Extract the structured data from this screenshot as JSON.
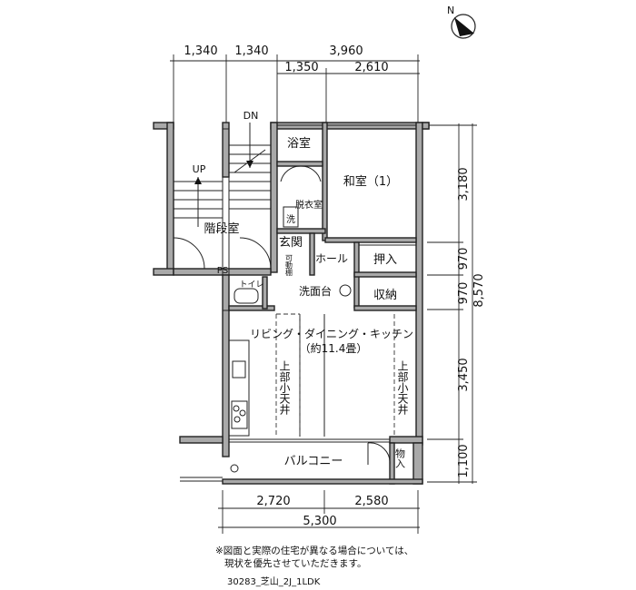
{
  "dimensions": {
    "top_row1": [
      "1,340",
      "1,340",
      "3,960"
    ],
    "top_row2": [
      "1,350",
      "2,610"
    ],
    "right_inner": [
      "3,180",
      "970",
      "970",
      "3,450",
      "1,100"
    ],
    "right_total": "8,570",
    "bottom_row1": [
      "2,720",
      "2,580"
    ],
    "bottom_total": "5,300"
  },
  "compass": {
    "label": "N"
  },
  "rooms": {
    "bath": "浴室",
    "washitsu": "和室（1）",
    "dressing": "脱衣室",
    "washer": "洗",
    "stairwell": "階段室",
    "up": "UP",
    "dn": "DN",
    "genkan": "玄関",
    "kadou": "可動棚",
    "hall": "ホール",
    "oshiire": "押入",
    "ps": "PS",
    "toilet": "トイレ",
    "senmendai": "洗面台",
    "shuunou": "収納",
    "ldk_line1": "リビング・ダイニング・キッチン",
    "ldk_line2": "（約11.4畳）",
    "loft_left": "上部小天井",
    "loft_right": "上部小天井",
    "balcony": "バルコニー",
    "storage": "物入"
  },
  "note": {
    "line1": "※図面と実際の住宅が異なる場合については、",
    "line2": "現状を優先させていただきます。"
  },
  "footer_code": "30283_芝山_2J_1LDK"
}
